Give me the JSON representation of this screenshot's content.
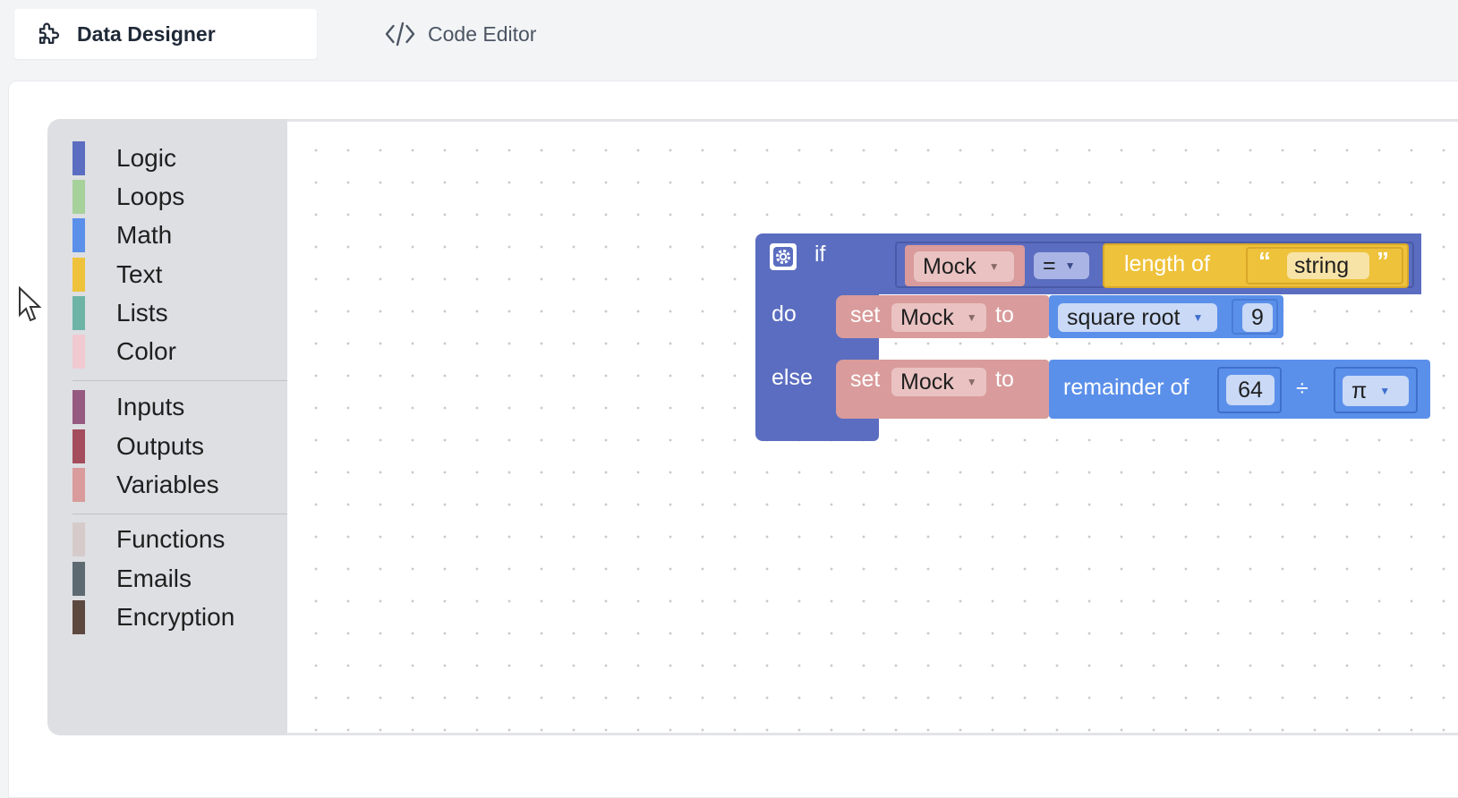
{
  "tabs": [
    {
      "label": "Data Designer",
      "icon": "puzzle-icon",
      "active": true
    },
    {
      "label": "Code Editor",
      "icon": "code-icon",
      "active": false
    }
  ],
  "toolbox": {
    "groups": [
      [
        {
          "label": "Logic",
          "color": "#5b6dc0"
        },
        {
          "label": "Loops",
          "color": "#a7d19b"
        },
        {
          "label": "Math",
          "color": "#5b90ea"
        },
        {
          "label": "Text",
          "color": "#eec23b"
        },
        {
          "label": "Lists",
          "color": "#6eb4a6"
        },
        {
          "label": "Color",
          "color": "#f1c9d1"
        }
      ],
      [
        {
          "label": "Inputs",
          "color": "#965a80"
        },
        {
          "label": "Outputs",
          "color": "#a44e5d"
        },
        {
          "label": "Variables",
          "color": "#d99b9b"
        }
      ],
      [
        {
          "label": "Functions",
          "color": "#d6cbca"
        },
        {
          "label": "Emails",
          "color": "#5d6a71"
        },
        {
          "label": "Encryption",
          "color": "#5d4840"
        }
      ]
    ]
  },
  "block": {
    "if_label": "if",
    "do_label": "do",
    "else_label": "else",
    "condition": {
      "var": "Mock",
      "operator": "=",
      "length_label": "length of",
      "open_quote": "“",
      "string_value": "string",
      "close_quote": "”"
    },
    "do_stmt": {
      "set_label": "set",
      "var": "Mock",
      "to_label": "to",
      "func": "square root",
      "arg": "9"
    },
    "else_stmt": {
      "set_label": "set",
      "var": "Mock",
      "to_label": "to",
      "func": "remainder of",
      "dividend": "64",
      "div_symbol": "÷",
      "constant": "π"
    }
  },
  "colors": {
    "logic": "#5b6dc0",
    "variables": "#d99b9b",
    "math": "#5b90ea",
    "text": "#eec23b"
  }
}
